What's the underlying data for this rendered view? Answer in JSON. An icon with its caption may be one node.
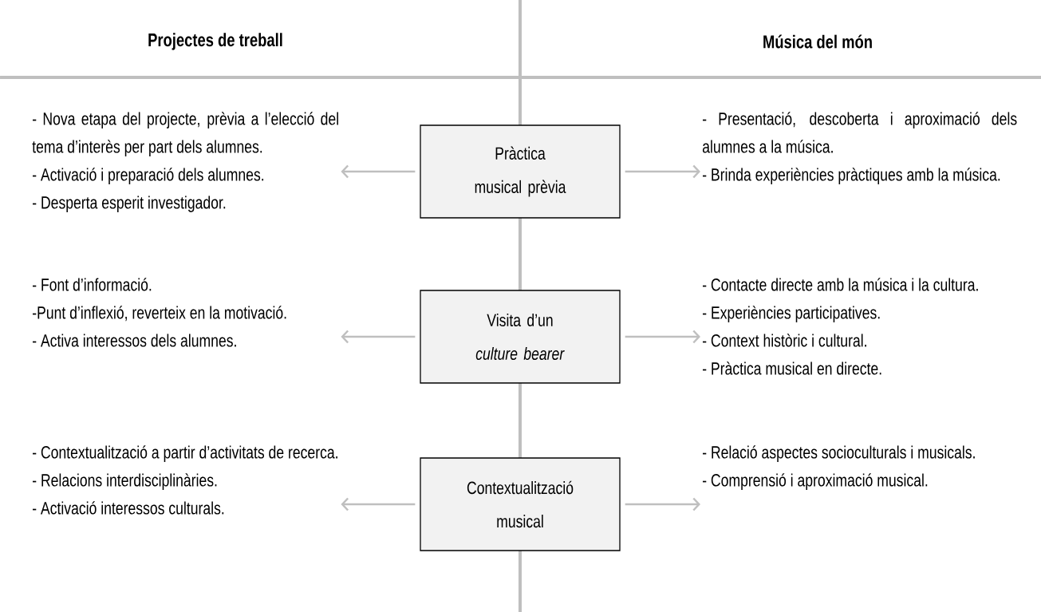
{
  "diagram": {
    "nodes": [
      {
        "text": [
          "- Nova etapa del projecte, prèvia a l’elecció del tema d’interès per part dels alumnes.",
          "- Activació i preparació dels alumnes.",
          "- Desperta esperit investigador."
        ]
      },
      {
        "text": [
          "Pràctica musical prèvia"
        ]
      },
      {
        "text": [
          "- Presentació, descoberta i aproximació dels alumnes a la música.",
          "- Brinda experiències pràctiques amb la música."
        ]
      },
      {
        "text": [
          "- Font d’informació.",
          "-Punt d’inflexió, reverteix en la motivació.",
          "- Activa interessos dels alumnes."
        ]
      },
      {
        "text": [
          "Visita d’un *culture bearer*"
        ]
      },
      {
        "text": [
          "- Contacte directe amb la música i la cultura.",
          "- Experiències participatives.",
          "- Context històric i cultural.",
          "- Pràctica musical en directe."
        ]
      },
      {
        "text": [
          "- Contextualització a partir d’activitats de recerca.",
          "- Relacions interdisciplinàries.",
          "- Activació interessos culturals."
        ]
      },
      {
        "text": [
          "Contextualització musical"
        ]
      },
      {
        "text": [
          "- Relació aspectes socioculturals i musicals.",
          "- Comprensió i aproximació musical."
        ]
      }
    ],
    "edges": [
      {
        "from": 1,
        "to": 0,
        "arrow": "to"
      },
      {
        "from": 1,
        "to": 2,
        "arrow": "to"
      },
      {
        "from": 4,
        "to": 3,
        "arrow": "to"
      },
      {
        "from": 4,
        "to": 5,
        "arrow": "to"
      },
      {
        "from": 7,
        "to": 6,
        "arrow": "to"
      },
      {
        "from": 7,
        "to": 8,
        "arrow": "to"
      }
    ],
    "labels": [
      "Projectes de treball",
      "Música del món"
    ]
  }
}
